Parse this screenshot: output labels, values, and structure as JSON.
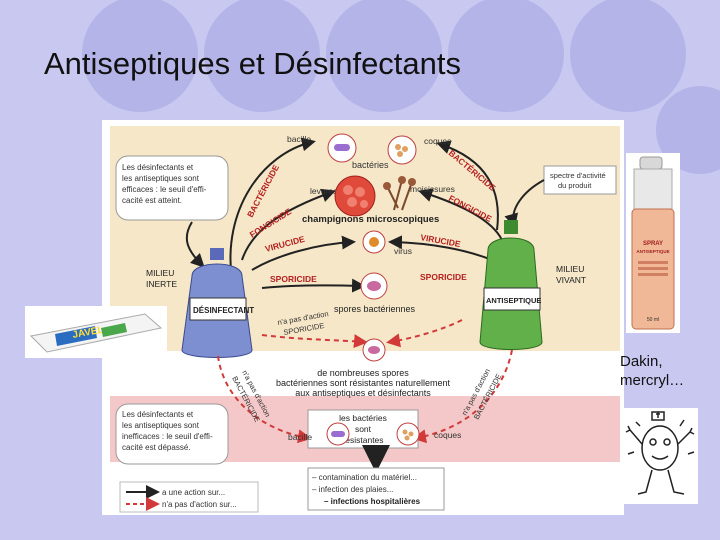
{
  "slide": {
    "title": "Antiseptiques et Désinfectants",
    "caption_lines": [
      "Dakin,",
      "mercryl…"
    ]
  },
  "colors": {
    "slide_bg": "#c8c8f0",
    "bubble": "#b4b4e8",
    "upper_panel": "#f6e7c8",
    "lower_panel": "#f4c8c8",
    "arrow_red": "#d23a3a",
    "blue_bottle": "#7d8fd0",
    "green_bottle": "#62b04a"
  },
  "figure": {
    "box_left": [
      "Les désinfectants et",
      "les antiseptiques sont",
      "efficaces : le seuil d'effi-",
      "cacité est atteint."
    ],
    "box_right": [
      "spectre d'activité",
      "du produit"
    ],
    "box_left_bottom": [
      "Les désinfectants et",
      "les antiseptiques sont",
      "inefficaces : le seuil d'effi-",
      "cacité est dépassé."
    ],
    "milieu_inerte": [
      "MILIEU",
      "INERTE"
    ],
    "milieu_vivant": [
      "MILIEU",
      "VIVANT"
    ],
    "bottle_blue": "DÉSINFECTANT",
    "bottle_green": "ANTISEPTIQUE",
    "bacille": "bacille",
    "coques": "coques",
    "bacteries": "bactéries",
    "levures": "levures",
    "moisissures": "moisissures",
    "champignons": "champignons microscopiques",
    "virus": "virus",
    "spores": "spores bactériennes",
    "bactericide_l": "BACTÉRICIDE",
    "bactericide_r": "BACTÉRICIDE",
    "fongicide_l": "FONGICIDE",
    "fongicide_r": "FONGICIDE",
    "virucide_l": "VIRUCIDE",
    "virucide_r": "VIRUCIDE",
    "sporicide_l": "SPORICIDE",
    "sporicide_r": "SPORICIDE",
    "no_action_sporicide": [
      "n'a pas d'action",
      "SPORICIDE"
    ],
    "no_action_bact_l": [
      "n'a pas d'action",
      "BACTÉRICIDE"
    ],
    "no_action_bact_r": [
      "n'a pas d'action",
      "BACTÉRICIDE"
    ],
    "resistant_spores": [
      "de nombreuses spores",
      "bactériennes sont résistantes naturellement",
      "aux antiseptiques et désinfectants"
    ],
    "resistant_bacteria": [
      "les bactéries",
      "sont",
      "résistantes"
    ],
    "consequences": [
      "– contamination du matériel...",
      "– infection des plaies...",
      "– infections hospitalières"
    ],
    "legend_action": "a une action sur...",
    "legend_no_action": "n'a pas d'action sur..."
  },
  "products": {
    "spray_lines": [
      "SPRAY",
      "ANTISEPTIQUE",
      "50 ml"
    ],
    "javel": "JAVEL"
  }
}
